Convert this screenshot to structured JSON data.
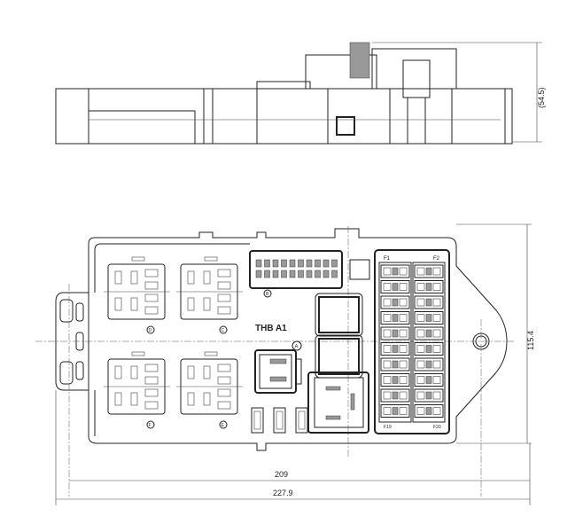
{
  "title_label": "THB  A1",
  "dimensions": {
    "height_side": "(54.5)",
    "height_top": "115.4",
    "width_inner": "209",
    "width_overall": "227.9"
  },
  "fuse_labels": {
    "first_left": "F1",
    "first_right": "F2",
    "last_left": "F19",
    "last_right": "F20"
  },
  "position_labels": {
    "relay_top_left": "D",
    "relay_top_right": "C",
    "relay_bottom_left": "F",
    "relay_bottom_right": "E",
    "connector_top": "B",
    "connector_left": "A"
  },
  "fuse_rows": 10
}
